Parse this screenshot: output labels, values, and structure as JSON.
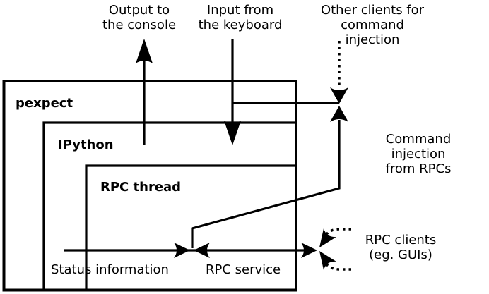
{
  "diagram": {
    "title": "pexpect / IPython RPC architecture diagram",
    "boxes": {
      "pexpect": "pexpect",
      "ipython": "IPython",
      "rpc_thread": "RPC thread"
    },
    "labels": {
      "output_console": "Output to\nthe console",
      "input_keyboard": "Input from\nthe keyboard",
      "other_clients": "Other clients for\ncommand injection",
      "command_injection": "Command injection\nfrom RPCs",
      "rpc_clients": "RPC clients\n(eg. GUIs)",
      "status_information": "Status information",
      "rpc_service": "RPC service"
    },
    "colors": {
      "line": "#000000",
      "background": "#ffffff",
      "text": "#000000"
    }
  }
}
